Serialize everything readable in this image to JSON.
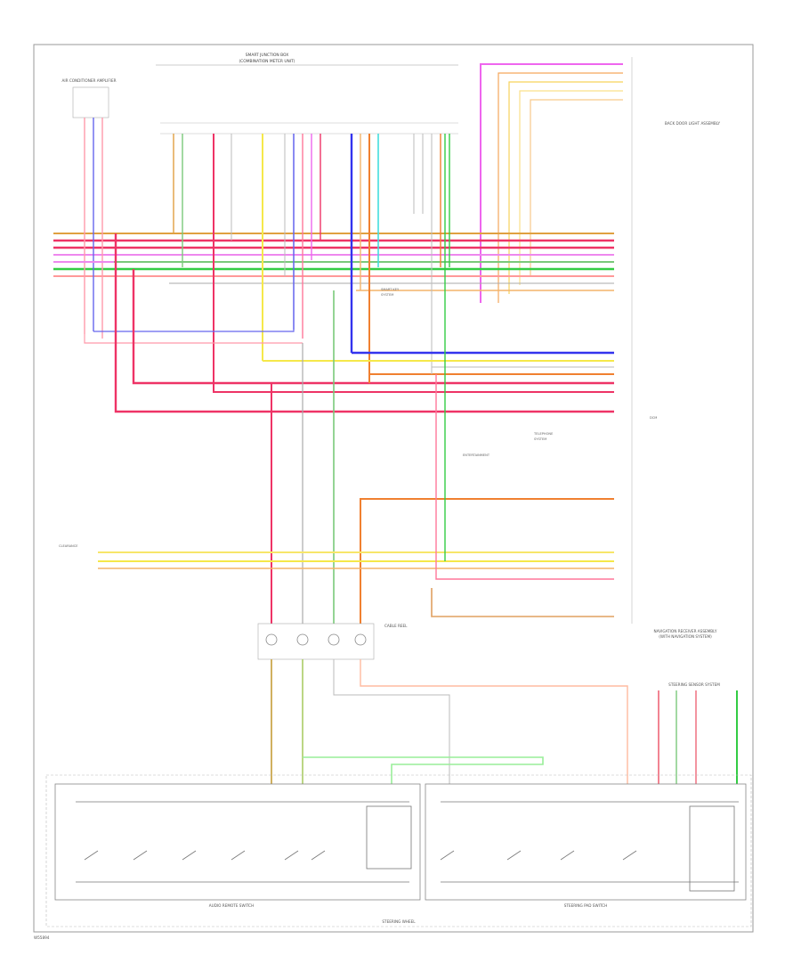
{
  "diagram": {
    "top_header_1": "SMART JUNCTION BOX",
    "top_header_2": "(COMBINATION METER UNIT)",
    "right_top_label": "BACK DOOR LIGHT ASSEMBLY",
    "left_module": "AIR CONDITIONER AMPLIFIER",
    "dcm_label": "DCM",
    "bottom_center": "CABLE REEL",
    "bottom_left_label": "AUDIO REMOTE SWITCH",
    "bottom_right_label": "STEERING PAD SWITCH",
    "bottom_frame": "STEERING WHEEL",
    "right_bottom_label": "NAVIGATION RECEIVER ASSEMBLY",
    "right_bottom_label2": "(WITH NAVIGATION SYSTEM)",
    "steering_sensor": "STEERING SENSOR SYSTEM",
    "mid_label_1": "SMART KEY",
    "mid_label_2": "SYSTEM",
    "mid_label_3": "TELEPHONE",
    "mid_label_4": "SYSTEM",
    "gateway": "ENTERTAINMENT",
    "left_side_note": "CLEARANCE",
    "footer_code": "W55894"
  }
}
